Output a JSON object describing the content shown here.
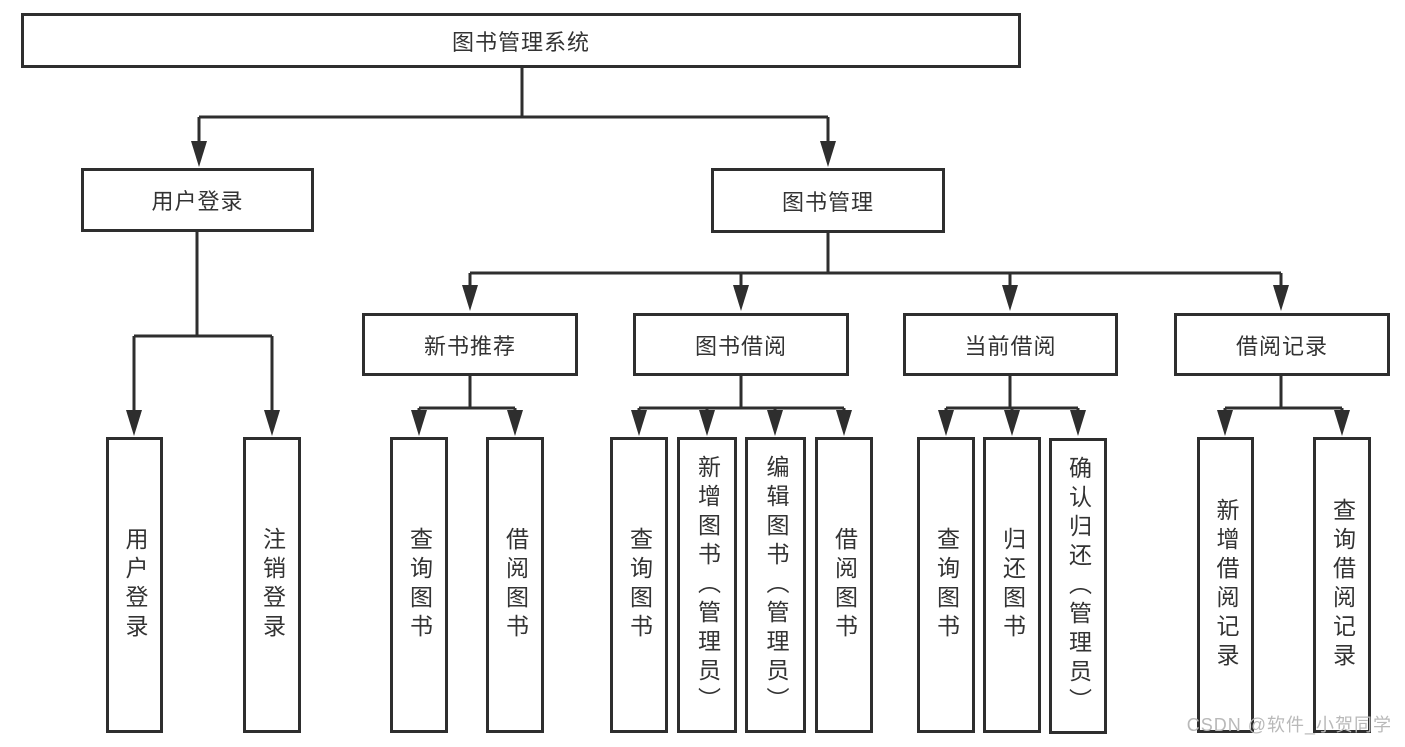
{
  "tree": {
    "root": {
      "label": "图书管理系统"
    },
    "children": [
      {
        "label": "用户登录",
        "children": [
          {
            "label": "用户登录"
          },
          {
            "label": "注销登录"
          }
        ]
      },
      {
        "label": "图书管理",
        "children": [
          {
            "label": "新书推荐",
            "children": [
              {
                "label": "查询图书"
              },
              {
                "label": "借阅图书"
              }
            ]
          },
          {
            "label": "图书借阅",
            "children": [
              {
                "label": "查询图书"
              },
              {
                "label": "新增图书（管理员）"
              },
              {
                "label": "编辑图书（管理员）"
              },
              {
                "label": "借阅图书"
              }
            ]
          },
          {
            "label": "当前借阅",
            "children": [
              {
                "label": "查询图书"
              },
              {
                "label": "归还图书"
              },
              {
                "label": "确认归还（管理员）"
              }
            ]
          },
          {
            "label": "借阅记录",
            "children": [
              {
                "label": "新增借阅记录"
              },
              {
                "label": "查询借阅记录"
              }
            ]
          }
        ]
      }
    ]
  },
  "watermark": "CSDN @软件_小贺同学",
  "colors": {
    "line": "#2e2e2e",
    "text": "#333333",
    "box_fill": "#ffffff",
    "watermark": "#b9b9b9",
    "background": "#ffffff"
  }
}
